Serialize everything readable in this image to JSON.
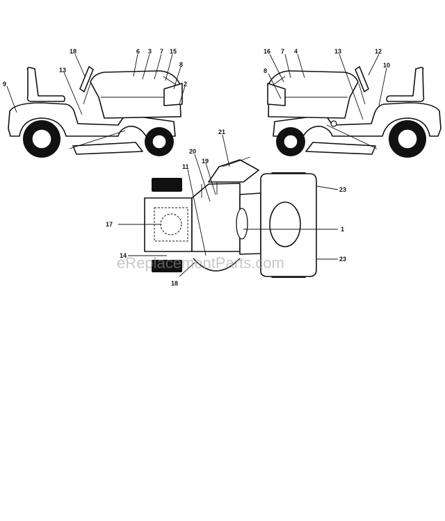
{
  "watermark": "eReplacementParts.com",
  "left_view_callouts": [
    "18",
    "6",
    "3",
    "7",
    "15",
    "8",
    "9",
    "13",
    "2"
  ],
  "right_view_callouts": [
    "16",
    "7",
    "4",
    "13",
    "12",
    "8",
    "10"
  ],
  "top_view_callouts": [
    "21",
    "20",
    "11",
    "19",
    "23",
    "17",
    "1",
    "14",
    "23",
    "18"
  ]
}
